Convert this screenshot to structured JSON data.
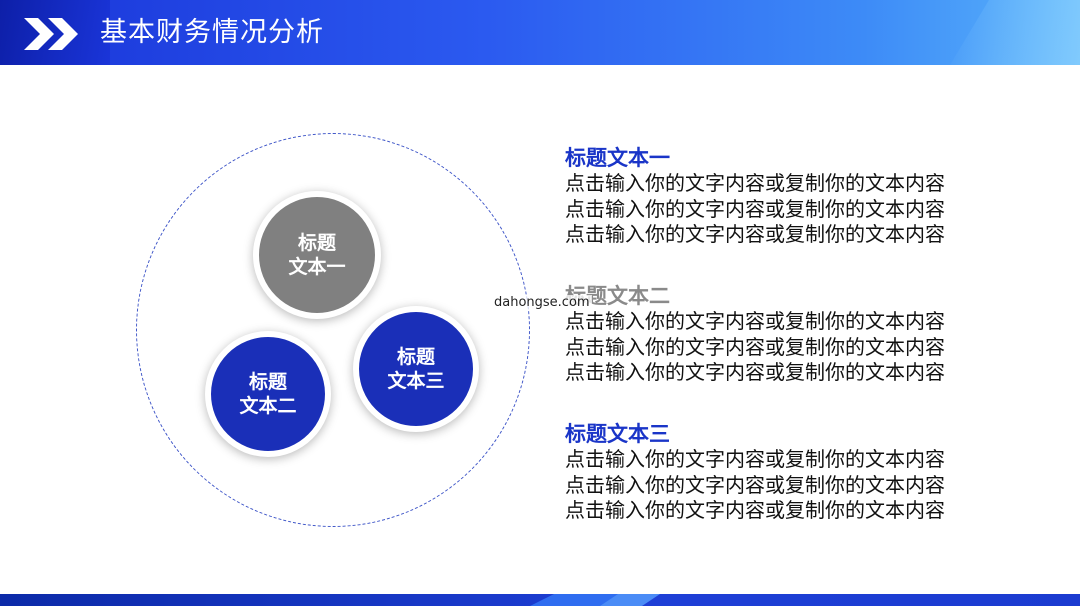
{
  "header": {
    "title": "基本财务情况分析"
  },
  "watermark": "dahongse.com",
  "colors": {
    "accent": "#1a35c8",
    "gray": "#808080",
    "header_blue": "#2b5af0"
  },
  "bubbles": [
    {
      "line1": "标题",
      "line2": "文本一"
    },
    {
      "line1": "标题",
      "line2": "文本二"
    },
    {
      "line1": "标题",
      "line2": "文本三"
    }
  ],
  "items": [
    {
      "title": "标题文本一",
      "lines": [
        "点击输入你的文字内容或复制你的文本内容",
        "点击输入你的文字内容或复制你的文本内容",
        "点击输入你的文字内容或复制你的文本内容"
      ]
    },
    {
      "title": "标题文本二",
      "lines": [
        "点击输入你的文字内容或复制你的文本内容",
        "点击输入你的文字内容或复制你的文本内容",
        "点击输入你的文字内容或复制你的文本内容"
      ]
    },
    {
      "title": "标题文本三",
      "lines": [
        "点击输入你的文字内容或复制你的文本内容",
        "点击输入你的文字内容或复制你的文本内容",
        "点击输入你的文字内容或复制你的文本内容"
      ]
    }
  ]
}
